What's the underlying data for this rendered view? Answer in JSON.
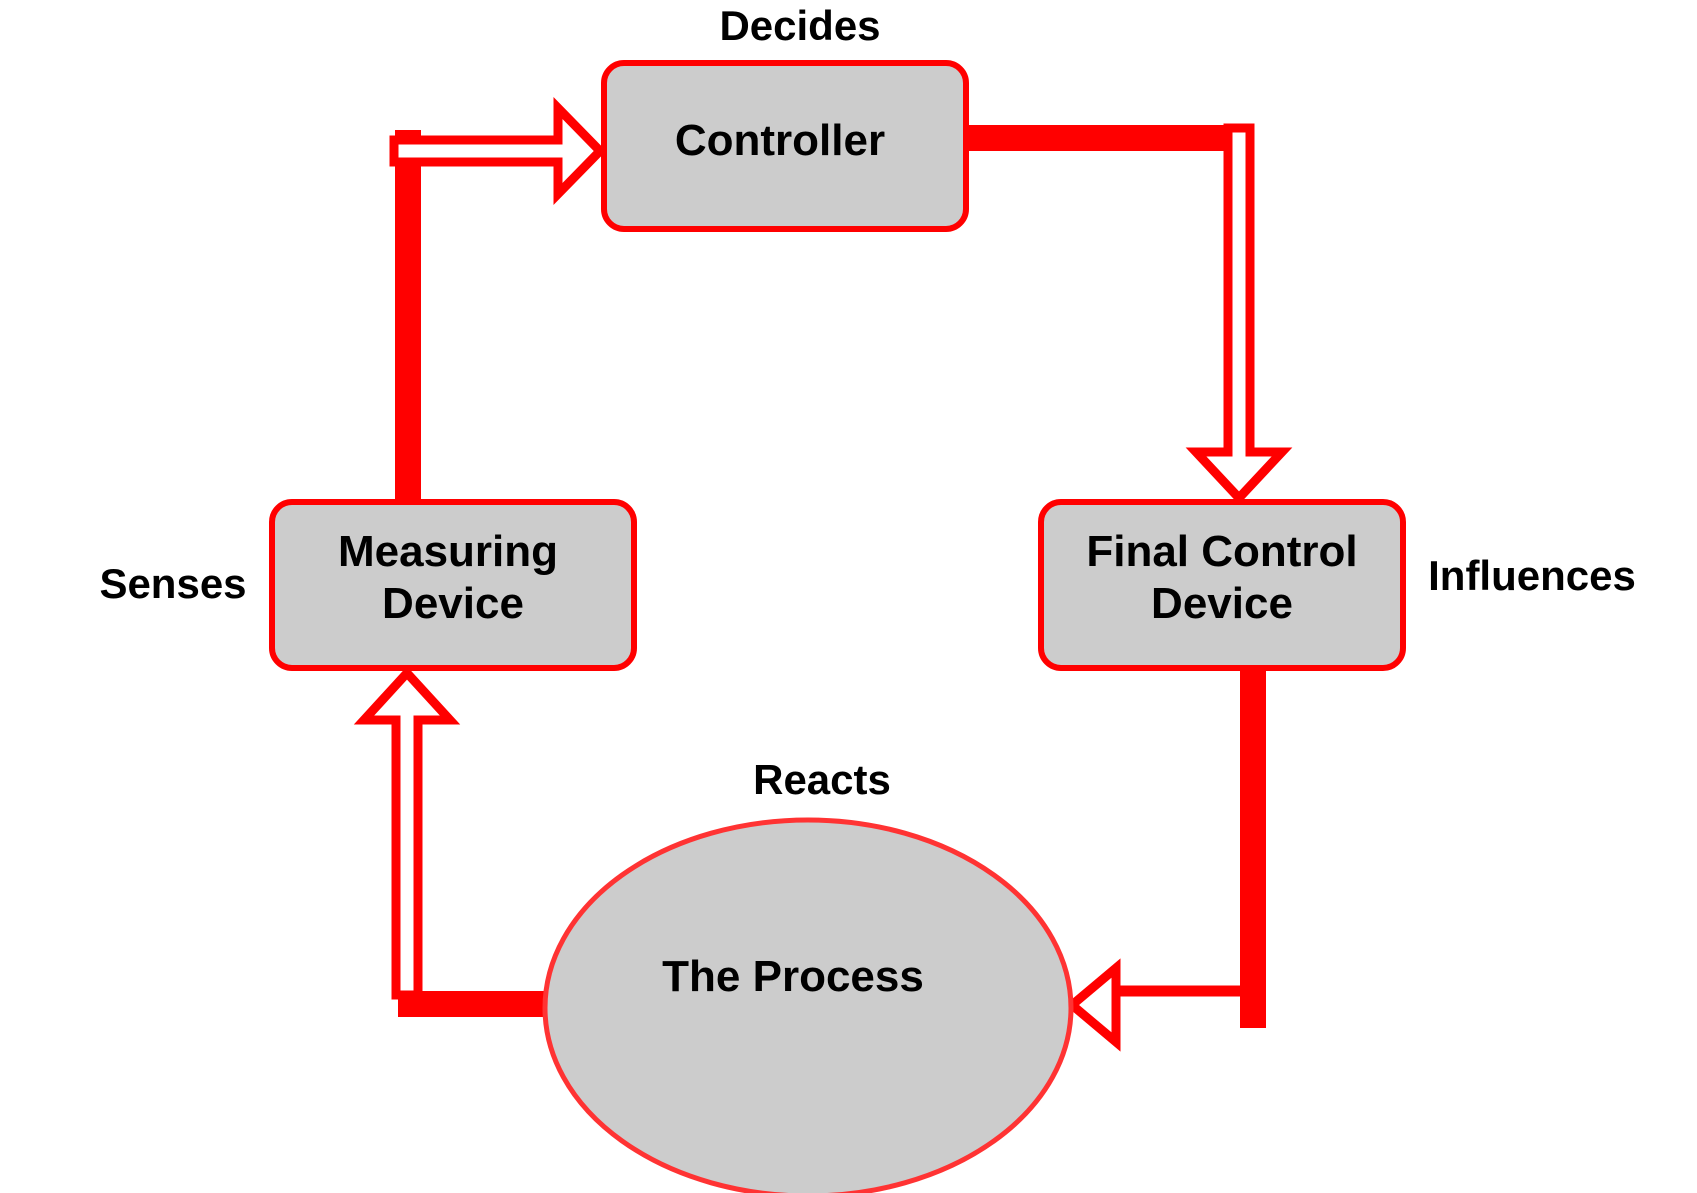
{
  "colors": {
    "stroke": "#ff0000",
    "fill": "#cccccc",
    "text": "#000000"
  },
  "nodes": {
    "controller": {
      "lines": [
        "Controller"
      ]
    },
    "measuring": {
      "lines": [
        "Measuring",
        "Device"
      ]
    },
    "final_control": {
      "lines": [
        "Final Control",
        "Device"
      ]
    },
    "process": {
      "lines": [
        "The Process"
      ]
    }
  },
  "labels": {
    "decides": "Decides",
    "senses": "Senses",
    "influences": "Influences",
    "reacts": "Reacts"
  }
}
